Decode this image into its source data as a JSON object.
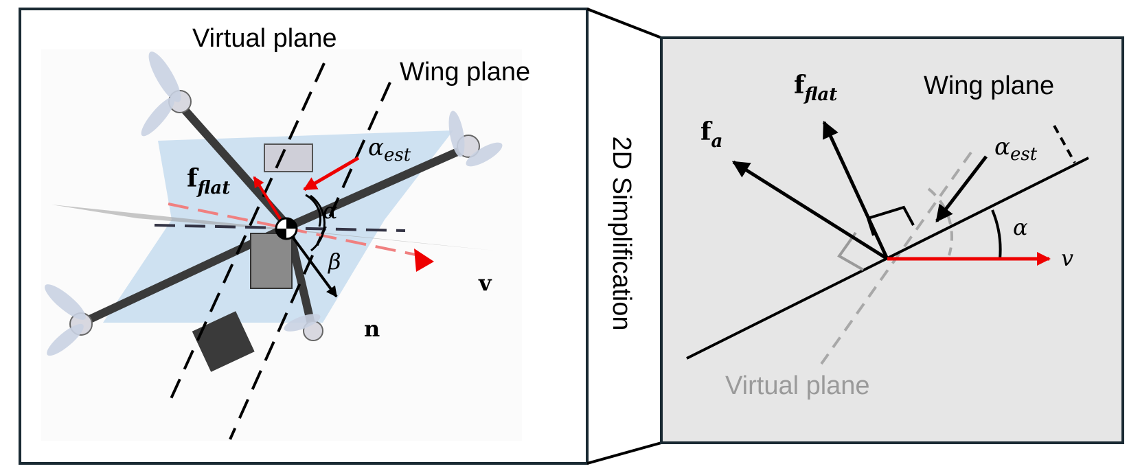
{
  "left_panel": {
    "virtual_plane_label": "Virtual plane",
    "wing_plane_label": "Wing plane",
    "f_flat": {
      "base": "f",
      "sub": "flat"
    },
    "alpha_est": {
      "base": "α",
      "sub": "est"
    },
    "alpha": "α",
    "beta": "β",
    "v": "v",
    "n": "n"
  },
  "connector": {
    "label": "2D Simplification"
  },
  "right_panel": {
    "wing_plane_label": "Wing plane",
    "virtual_plane_label": "Virtual plane",
    "f_flat": {
      "base": "f",
      "sub": "flat"
    },
    "f_a": {
      "base": "f",
      "sub": "a"
    },
    "alpha_est": {
      "base": "α",
      "sub": "est"
    },
    "alpha": "α",
    "v": "v"
  },
  "colors": {
    "frame": "#1a2a33",
    "panel_bg": "#e6e6e6",
    "red": "#ee0000",
    "gray_line": "#a8a8a8",
    "wing_fill": "#c6dcee",
    "plane_fill": "#9a9a9a"
  }
}
